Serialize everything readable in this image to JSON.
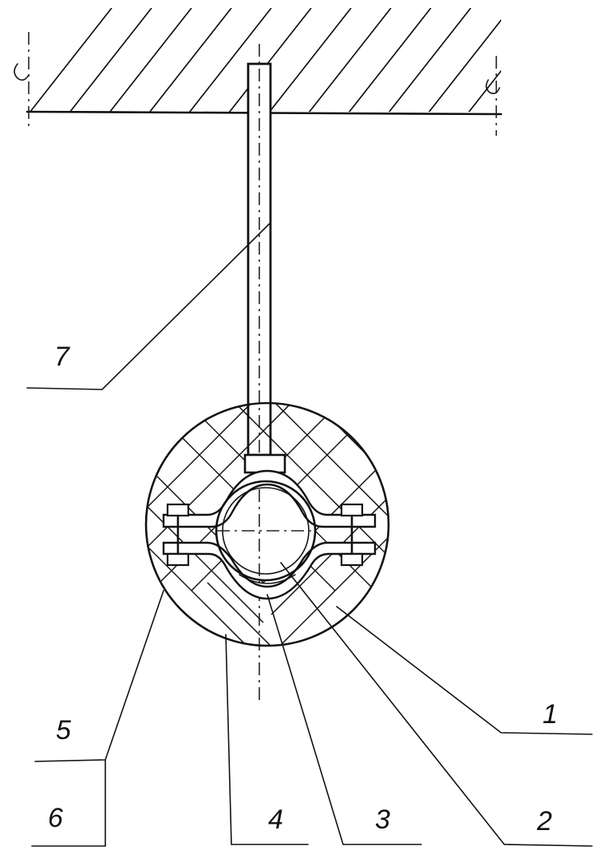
{
  "labels": {
    "n1": "1",
    "n2": "2",
    "n3": "3",
    "n4": "4",
    "n5": "5",
    "n6": "6",
    "n7": "7"
  }
}
